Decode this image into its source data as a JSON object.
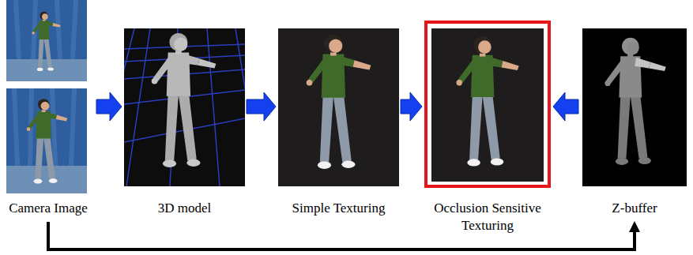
{
  "diagram": {
    "nodes": [
      {
        "text": [
          "Camera Image"
        ]
      },
      {
        "text": [
          "3D model"
        ]
      },
      {
        "text": [
          "Simple Texturing"
        ]
      },
      {
        "text": [
          "Occlusion Sensitive Texturing"
        ]
      },
      {
        "text": [
          "Z-buffer"
        ]
      }
    ],
    "edges": [
      {
        "from": 0,
        "to": 1,
        "arrow": "to"
      },
      {
        "from": 1,
        "to": 2,
        "arrow": "to"
      },
      {
        "from": 2,
        "to": 3,
        "arrow": "to"
      },
      {
        "from": 4,
        "to": 3,
        "arrow": "to"
      },
      {
        "from": 0,
        "to": 4,
        "arrow": "to"
      }
    ]
  }
}
